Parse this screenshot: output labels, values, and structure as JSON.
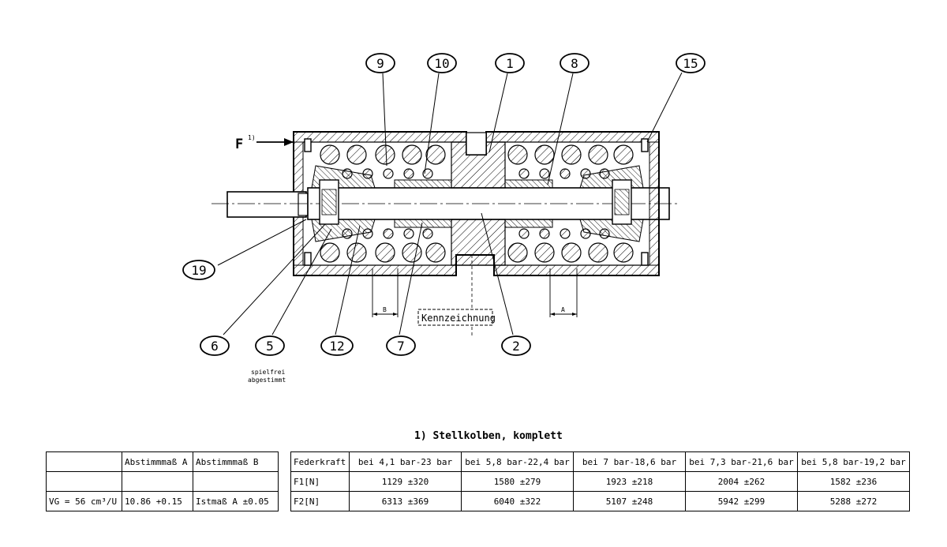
{
  "callouts": [
    {
      "label": "9"
    },
    {
      "label": "10"
    },
    {
      "label": "1"
    },
    {
      "label": "8"
    },
    {
      "label": "15"
    },
    {
      "label": "19"
    },
    {
      "label": "6"
    },
    {
      "label": "5"
    },
    {
      "label": "12"
    },
    {
      "label": "7"
    },
    {
      "label": "2"
    }
  ],
  "force_label": "F",
  "force_footnote_mark": "1)",
  "dimension_labels": {
    "b": "B",
    "a": "A"
  },
  "kennzeichnung": "Kennzeichnung",
  "note_line1": "spielfrei",
  "note_line2": "abgestimmt",
  "footnote_title": "1) Stellkolben, komplett",
  "left_table": {
    "header": [
      "",
      "Abstimmmaß A",
      "Abstimmmaß B"
    ],
    "row1": [
      "",
      "",
      ""
    ],
    "row2": [
      "VG = 56 cm³/U",
      "10.86 +0.15",
      "Istmaß A ±0.05"
    ]
  },
  "right_table": {
    "header": [
      "Federkraft",
      "bei 4,1 bar-23 bar",
      "bei 5,8 bar-22,4 bar",
      "bei 7 bar-18,6 bar",
      "bei 7,3 bar-21,6 bar",
      "bei 5,8 bar-19,2 bar"
    ],
    "f1": [
      "F1[N]",
      "1129 ±320",
      "1580 ±279",
      "1923 ±218",
      "2004 ±262",
      "1582 ±236"
    ],
    "f2": [
      "F2[N]",
      "6313 ±369",
      "6040 ±322",
      "5107 ±248",
      "5942 ±299",
      "5288 ±272"
    ]
  }
}
